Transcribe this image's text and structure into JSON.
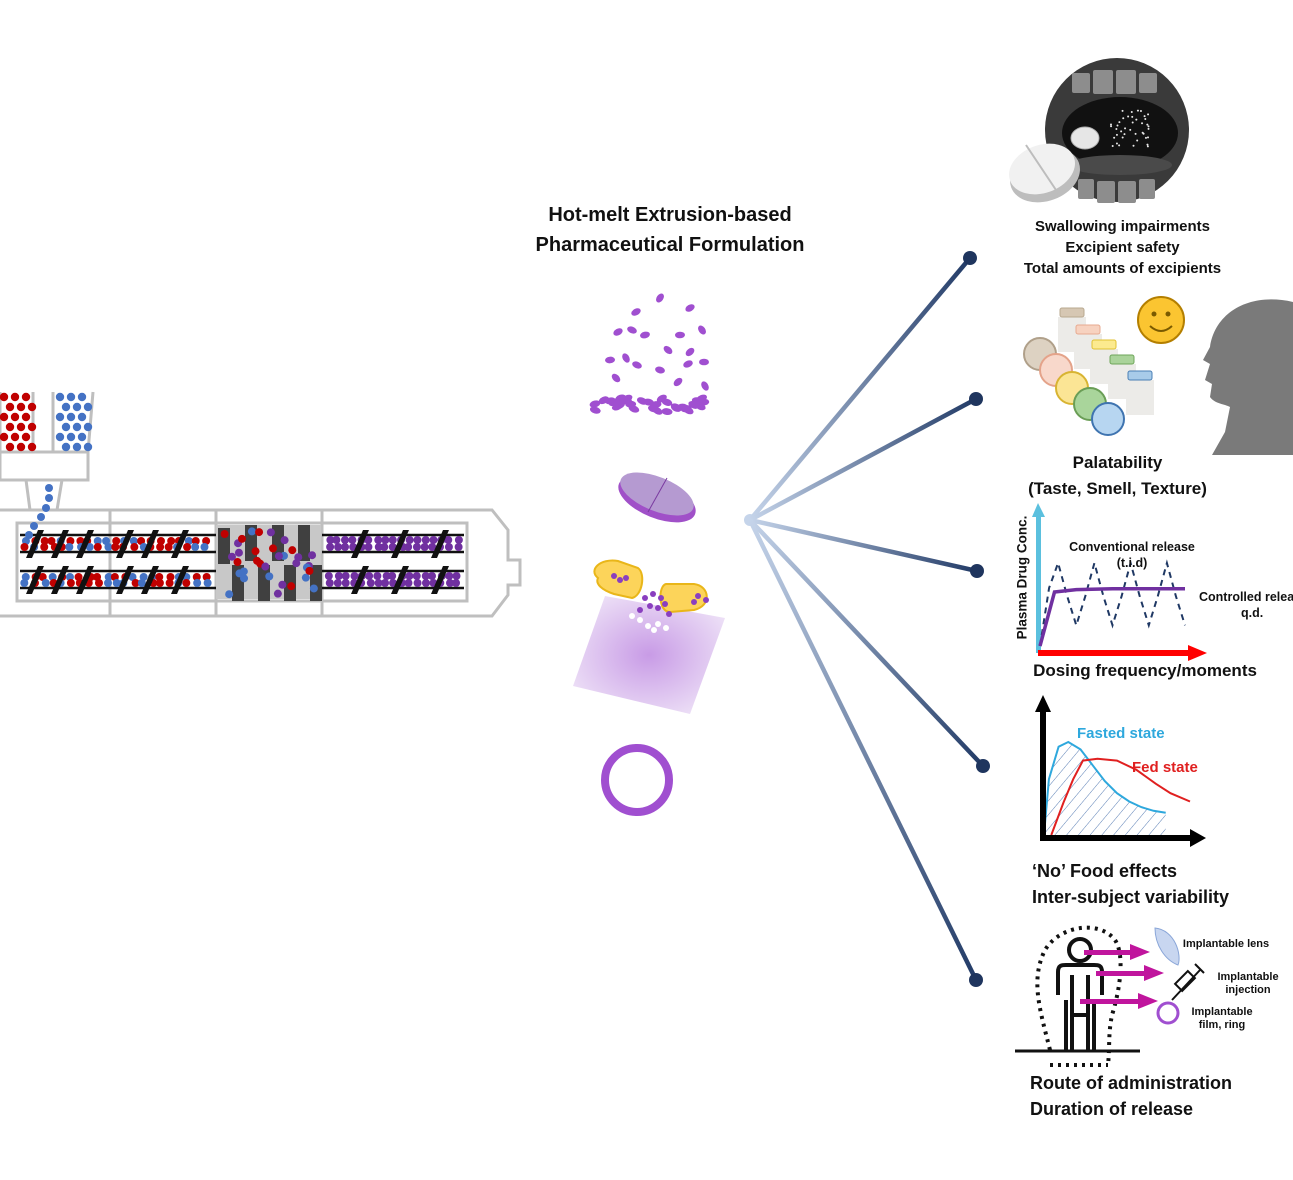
{
  "title": {
    "line1": "Hot-melt Extrusion-based",
    "line2": "Pharmaceutical Formulation"
  },
  "extruder": {
    "hoppers": [
      "red-material-hopper",
      "blue-material-hopper"
    ],
    "zones": [
      "conveying-zone-1",
      "conveying-zone-2",
      "mixing-zone",
      "melt-conveying-zone"
    ],
    "colors": {
      "api": "#c00000",
      "polymer": "#4472c4",
      "melt": "#7030a0",
      "barrel": "#bfbfbf"
    }
  },
  "dosage_forms": [
    {
      "name": "granules"
    },
    {
      "name": "tablet"
    },
    {
      "name": "capsule-and-film"
    },
    {
      "name": "ring"
    }
  ],
  "branches": [
    {
      "caption_lines": [
        "Swallowing impairments",
        "Excipient safety",
        "Total amounts of excipients"
      ]
    },
    {
      "caption_lines": [
        "Palatability",
        "(Taste, Smell, Texture)"
      ]
    },
    {
      "caption_lines": [
        "Dosing frequency/moments"
      ],
      "chart": {
        "ylabel": "Plasma Drug Conc.",
        "series1": {
          "label_line1": "Conventional release",
          "label_line2": "(t.i.d)",
          "style": "dashed",
          "color": "#1f3864"
        },
        "series2": {
          "label_line1": "Controlled relea",
          "label_line2": "q.d.",
          "style": "solid",
          "color": "#7030a0"
        },
        "y_axis_color": "#5bc0de",
        "x_axis_color": "#ff0000"
      }
    },
    {
      "caption_lines": [
        "‘No’ Food effects",
        "Inter-subject variability"
      ],
      "chart": {
        "series1": {
          "label": "Fasted state",
          "color": "#2ea8dd"
        },
        "series2": {
          "label": "Fed state",
          "color": "#e02020"
        }
      }
    },
    {
      "caption_lines": [
        "Route of administration",
        "Duration of release"
      ],
      "implants": [
        "Implantable lens",
        "Implantable",
        "injection",
        "Implantable",
        "film, ring"
      ]
    }
  ],
  "chart_data": [
    {
      "type": "line",
      "title": "",
      "xlabel": "Dosing frequency/moments",
      "ylabel": "Plasma Drug Conc.",
      "series": [
        {
          "name": "Conventional release (t.i.d)",
          "x": [
            0,
            0.5,
            1,
            1.5,
            2,
            2.5,
            3,
            3.5,
            4,
            4.5,
            5,
            5.5,
            6,
            6.5,
            7,
            7.5,
            8
          ],
          "values": [
            0,
            0.7,
            1.0,
            0.6,
            0.25,
            0.6,
            1.0,
            0.6,
            0.25,
            0.6,
            1.0,
            0.6,
            0.25,
            0.6,
            1.0,
            0.6,
            0.25
          ]
        },
        {
          "name": "Controlled release q.d.",
          "x": [
            0,
            0.8,
            2,
            4,
            6,
            8
          ],
          "values": [
            0,
            0.65,
            0.68,
            0.69,
            0.69,
            0.69
          ]
        }
      ]
    },
    {
      "type": "area",
      "title": "",
      "xlabel": "",
      "ylabel": "",
      "series": [
        {
          "name": "Fasted state",
          "x": [
            0,
            0.2,
            0.6,
            1,
            1.5,
            2,
            2.5,
            3,
            3.5,
            4,
            4.5,
            5
          ],
          "values": [
            0,
            0.6,
            0.95,
            1.0,
            0.92,
            0.75,
            0.58,
            0.45,
            0.36,
            0.3,
            0.26,
            0.24
          ]
        },
        {
          "name": "Fed state",
          "x": [
            0.3,
            0.8,
            1.2,
            1.6,
            2.2,
            3,
            3.8,
            4.6,
            5.2,
            6
          ],
          "values": [
            0,
            0.35,
            0.6,
            0.8,
            0.82,
            0.8,
            0.7,
            0.55,
            0.45,
            0.36
          ]
        }
      ]
    }
  ]
}
